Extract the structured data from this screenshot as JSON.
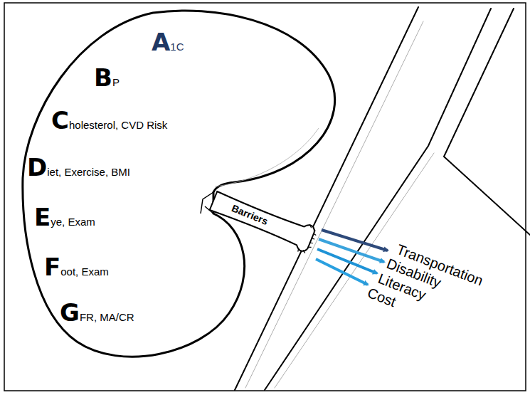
{
  "diagram": {
    "nodes": [
      {
        "text": [
          "A1C",
          "BP",
          "Cholesterol, CVD Risk",
          "Diet, Exercise, BMI",
          "Eye, Exam",
          "Foot, Exam",
          "GFR, MA/CR"
        ]
      },
      {
        "text": [
          "Barriers"
        ]
      }
    ],
    "labels": [
      "Transportation",
      "Disability",
      "Literacy",
      "Cost"
    ]
  }
}
